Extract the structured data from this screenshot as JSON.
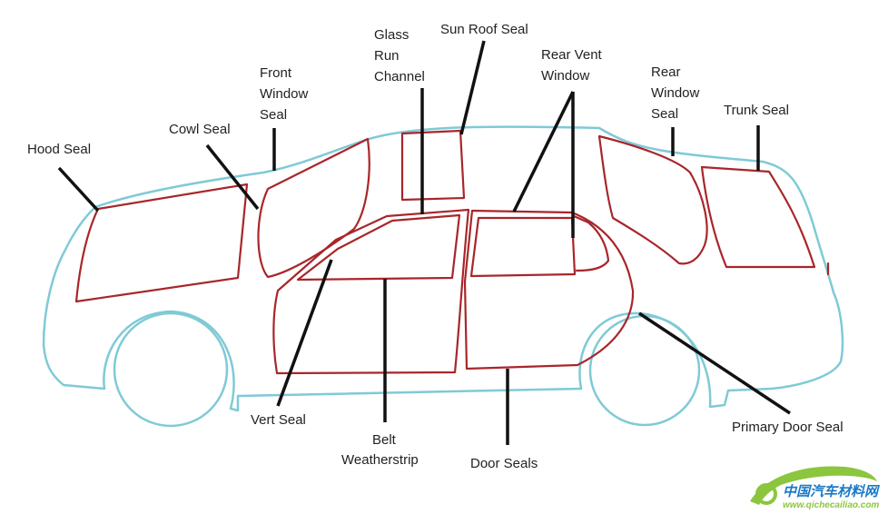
{
  "labels": {
    "hood_seal": "Hood Seal",
    "cowl_seal": "Cowl Seal",
    "front_window_seal": [
      "Front",
      "Window",
      "Seal"
    ],
    "glass_run_channel": [
      "Glass",
      "Run",
      "Channel"
    ],
    "sun_roof_seal": "Sun Roof Seal",
    "rear_vent_window": [
      "Rear Vent",
      "Window"
    ],
    "rear_window_seal": [
      "Rear",
      "Window",
      "Seal"
    ],
    "trunk_seal": "Trunk Seal",
    "vert_seal": "Vert Seal",
    "belt_weatherstrip": [
      "Belt",
      "Weatherstrip"
    ],
    "door_seals": "Door Seals",
    "primary_door_seal": "Primary Door Seal"
  },
  "watermark": {
    "text": "中国汽车材料网",
    "url": "www.qichecailiao.com"
  },
  "colors": {
    "body_outline": "#7fcad6",
    "seal": "#a8262b",
    "leader": "#111111",
    "logo_green": "#8cc63f",
    "logo_blue": "#1a7ac7"
  }
}
